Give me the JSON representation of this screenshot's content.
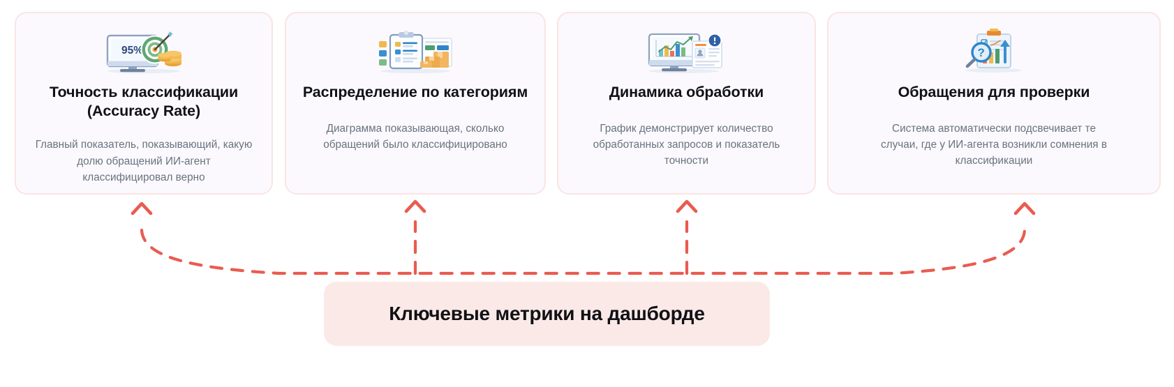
{
  "cards": [
    {
      "icon": "accuracy-target-monitor-icon",
      "icon_value": "95%",
      "title": "Точность классификации (Accuracy Rate)",
      "title_line_1": "Точность классификации",
      "title_line_2": "(Accuracy Rate)",
      "description": "Главный показатель, показывающий, какую долю обращений ИИ-агент классифицировал верно"
    },
    {
      "icon": "clipboard-checklist-boxes-icon",
      "title": "Распределение по категориям",
      "description": "Диаграмма показывающая, сколько обращений было классифицировано"
    },
    {
      "icon": "monitor-bar-chart-report-icon",
      "title": "Динамика обработки",
      "description": "График демонстрирует количество обработанных запросов и показатель точности"
    },
    {
      "icon": "magnifier-question-clipboard-icon",
      "title": "Обращения для проверки",
      "description": "Система автоматически подсвечивает те случаи, где у ИИ-агента возникли сомнения в классификации"
    }
  ],
  "banner": {
    "label": "Ключевые метрики на дашборде"
  },
  "colors": {
    "card_background": "#fbf9fd",
    "card_border": "#fbe4e2",
    "title_text": "#101114",
    "description_text": "#68737f",
    "connector": "#ea5b4f",
    "banner_background": "#fbe9e8"
  }
}
